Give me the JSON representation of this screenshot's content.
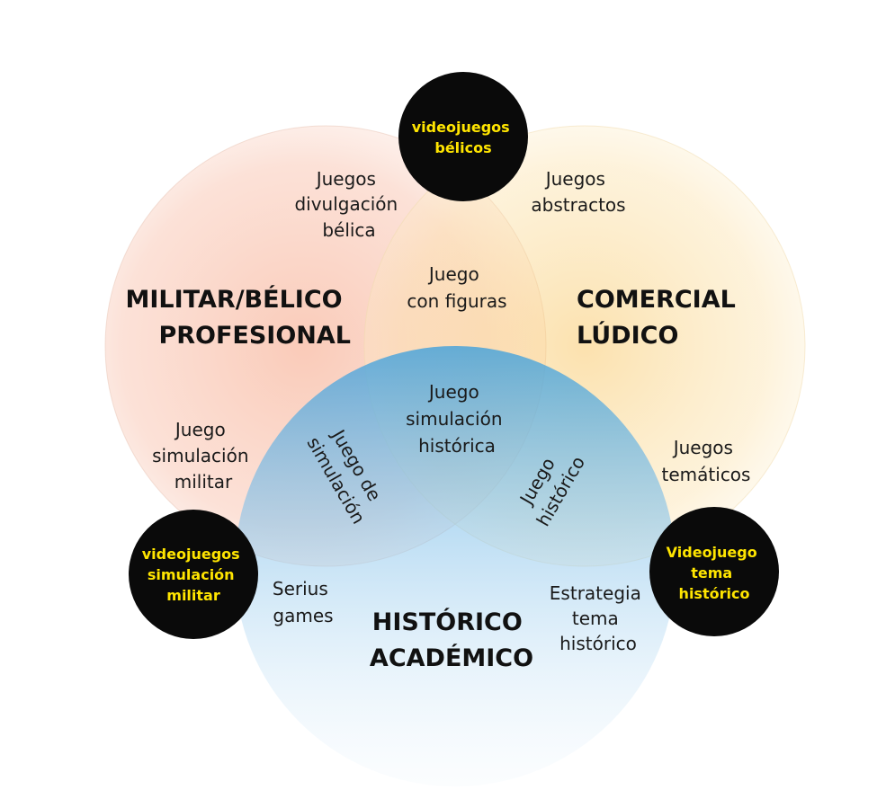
{
  "sets": {
    "militar": {
      "title_lines": [
        "MILITAR/BÉLICO",
        "PROFESIONAL"
      ],
      "color": "#f4a98c"
    },
    "comercial": {
      "title_lines": [
        "COMERCIAL",
        "LÚDICO"
      ],
      "color": "#fbd37a"
    },
    "historico": {
      "title_lines": [
        "HISTÓRICO",
        "ACADÉMICO"
      ],
      "color": "#7bbde4"
    }
  },
  "regions": {
    "militar_only": [
      "Juegos",
      "divulgación",
      "bélica"
    ],
    "comercial_only": [
      "Juegos",
      "abstractos"
    ],
    "militar_comercial": [
      "Juego",
      "con figuras"
    ],
    "center": [
      "Juego",
      "simulación",
      "histórica"
    ],
    "militar_lower": [
      "Juego",
      "simulación",
      "militar"
    ],
    "militar_historico": [
      "Juego de",
      "simulación"
    ],
    "comercial_historico": [
      "Juego",
      "histórico"
    ],
    "comercial_lower": [
      "Juegos",
      "temáticos"
    ],
    "historico_left": [
      "Serius",
      "games"
    ],
    "historico_right": [
      "Estrategia",
      "tema",
      "histórico"
    ]
  },
  "badges": {
    "top": [
      "videojuegos",
      "bélicos"
    ],
    "left": [
      "videojuegos",
      "simulación",
      "militar"
    ],
    "right": [
      "Videojuego",
      "tema",
      "histórico"
    ]
  },
  "colors": {
    "badge_bg": "#0a0a0a",
    "badge_text": "#ffe500"
  }
}
